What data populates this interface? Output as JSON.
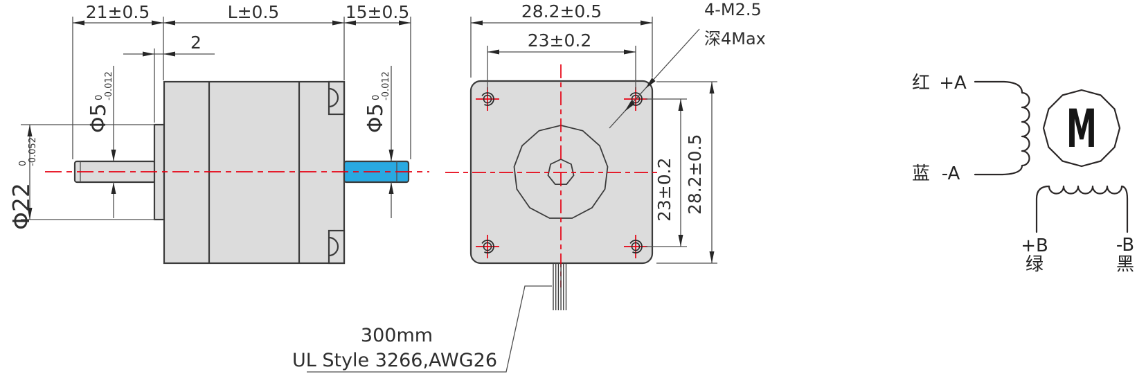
{
  "side_view": {
    "dim_rear_shaft_length": "21±0.5",
    "dim_body_length": "L±0.5",
    "dim_front_shaft_length": "15±0.5",
    "dim_boss_width": "2",
    "dim_boss_dia": {
      "nominal": "Φ22",
      "tol_upper": "0",
      "tol_lower": "-0.052"
    },
    "dim_rear_shaft_dia": {
      "nominal": "Φ5",
      "tol_upper": "0",
      "tol_lower": "-0.012"
    },
    "dim_front_shaft_dia": {
      "nominal": "Φ5",
      "tol_upper": "0",
      "tol_lower": "-0.012"
    }
  },
  "front_view": {
    "dim_face_width": "28.2±0.5",
    "dim_hole_spacing_h": "23±0.2",
    "dim_face_height": "28.2±0.5",
    "dim_hole_spacing_v": "23±0.2",
    "thread_callout": {
      "line1": "4-M2.5",
      "line2": "深4Max"
    },
    "cable_callout": {
      "line1": "300mm",
      "line2": "UL Style 3266,AWG26"
    }
  },
  "wiring_diagram": {
    "motor_symbol": "M",
    "phase_a": {
      "plus_wire_color": "红",
      "plus_label": "+A",
      "minus_wire_color": "蓝",
      "minus_label": "-A"
    },
    "phase_b": {
      "plus_label": "+B",
      "plus_wire_color": "绿",
      "minus_label": "-B",
      "minus_wire_color": "黑"
    }
  },
  "colors": {
    "centerline_red": "#e60012",
    "shaft_highlight_blue": "#29a9e1",
    "body_fill_grey": "#dcdcdc",
    "line_dark": "#3b3b3b"
  }
}
